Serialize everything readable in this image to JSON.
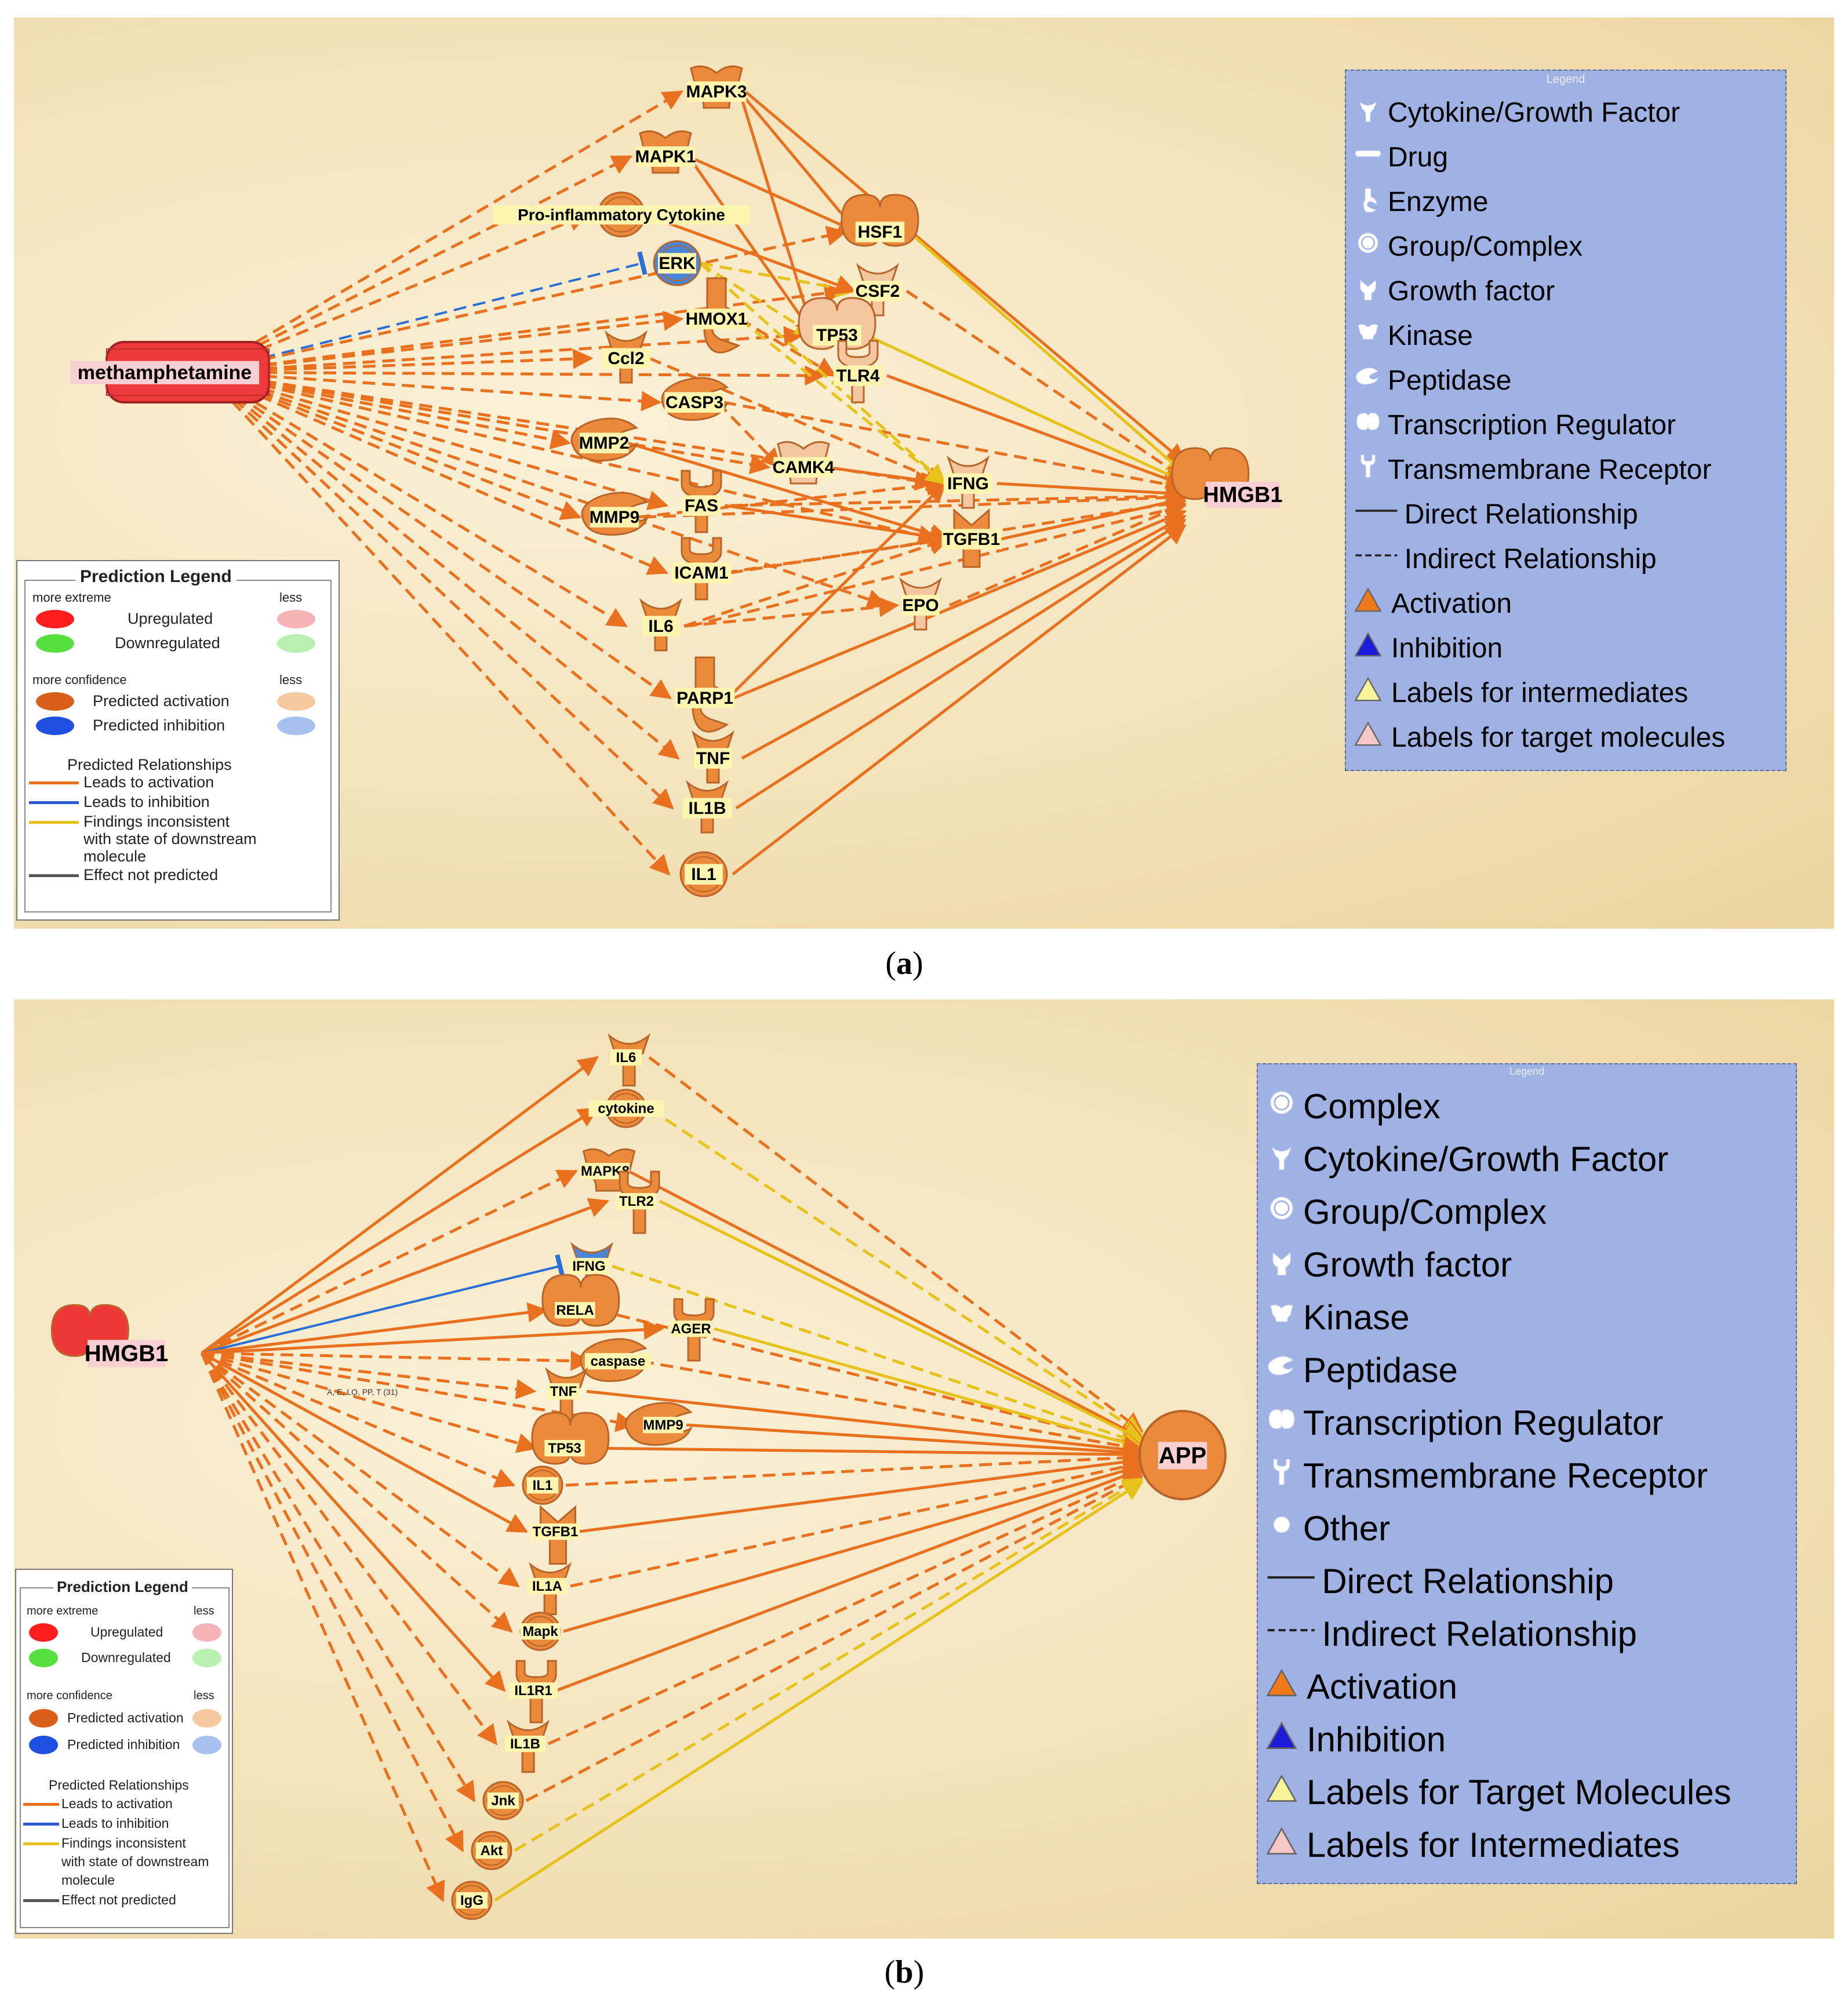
{
  "panel_a": {
    "caption_letter": "a",
    "source": "methamphetamine",
    "target": "HMGB1",
    "nodes": [
      {
        "id": "MAPK3",
        "shape": "kinase"
      },
      {
        "id": "MAPK1",
        "shape": "kinase"
      },
      {
        "id": "Pro-inflammatory Cytokine",
        "shape": "group"
      },
      {
        "id": "ERK",
        "shape": "group",
        "state": "inhibition"
      },
      {
        "id": "HMOX1",
        "shape": "enzyme"
      },
      {
        "id": "Ccl2",
        "shape": "cytokine"
      },
      {
        "id": "HSF1",
        "shape": "transcription"
      },
      {
        "id": "CSF2",
        "shape": "cytokine",
        "state": "light"
      },
      {
        "id": "TP53",
        "shape": "transcription",
        "state": "light"
      },
      {
        "id": "TLR4",
        "shape": "receptor",
        "state": "light"
      },
      {
        "id": "CASP3",
        "shape": "peptidase"
      },
      {
        "id": "MMP2",
        "shape": "peptidase"
      },
      {
        "id": "CAMK4",
        "shape": "kinase",
        "state": "light"
      },
      {
        "id": "MMP9",
        "shape": "peptidase"
      },
      {
        "id": "FAS",
        "shape": "receptor"
      },
      {
        "id": "IFNG",
        "shape": "cytokine",
        "state": "light"
      },
      {
        "id": "TGFB1",
        "shape": "growth"
      },
      {
        "id": "ICAM1",
        "shape": "receptor"
      },
      {
        "id": "IL6",
        "shape": "cytokine"
      },
      {
        "id": "EPO",
        "shape": "cytokine",
        "state": "light"
      },
      {
        "id": "PARP1",
        "shape": "enzyme"
      },
      {
        "id": "TNF",
        "shape": "cytokine"
      },
      {
        "id": "IL1B",
        "shape": "cytokine"
      },
      {
        "id": "IL1",
        "shape": "group"
      }
    ],
    "legend_title": "Legend",
    "legend_items": [
      {
        "icon": "cytokine",
        "label": "Cytokine/Growth Factor"
      },
      {
        "icon": "drug",
        "label": "Drug"
      },
      {
        "icon": "enzyme",
        "label": "Enzyme"
      },
      {
        "icon": "group",
        "label": "Group/Complex"
      },
      {
        "icon": "growth",
        "label": "Growth factor"
      },
      {
        "icon": "kinase",
        "label": "Kinase"
      },
      {
        "icon": "peptidase",
        "label": "Peptidase"
      },
      {
        "icon": "transcription",
        "label": "Transcription Regulator"
      },
      {
        "icon": "receptor",
        "label": "Transmembrane Receptor"
      },
      {
        "icon": "solid-line",
        "label": "Direct Relationship"
      },
      {
        "icon": "dashed-line",
        "label": "Indirect Relationship"
      },
      {
        "icon": "triangle",
        "color": "#f07a1a",
        "label": "Activation"
      },
      {
        "icon": "triangle",
        "color": "#1a1ad8",
        "label": "Inhibition"
      },
      {
        "icon": "triangle",
        "color": "#f6f39a",
        "label": "Labels for intermediates"
      },
      {
        "icon": "triangle",
        "color": "#f7c6c6",
        "label": "Labels for target molecules"
      }
    ]
  },
  "panel_b": {
    "caption_letter": "b",
    "source": "HMGB1",
    "target": "APP",
    "edge_annotation": "A, E, LO, PP, T (31)",
    "nodes": [
      {
        "id": "IL6",
        "shape": "cytokine"
      },
      {
        "id": "cytokine",
        "shape": "group"
      },
      {
        "id": "MAPK8",
        "shape": "kinase"
      },
      {
        "id": "TLR2",
        "shape": "receptor"
      },
      {
        "id": "IFNG",
        "shape": "cytokine",
        "state": "inhibition"
      },
      {
        "id": "RELA",
        "shape": "transcription"
      },
      {
        "id": "AGER",
        "shape": "receptor"
      },
      {
        "id": "caspase",
        "shape": "peptidase"
      },
      {
        "id": "TNF",
        "shape": "cytokine"
      },
      {
        "id": "MMP9",
        "shape": "peptidase"
      },
      {
        "id": "TP53",
        "shape": "transcription"
      },
      {
        "id": "IL1",
        "shape": "group"
      },
      {
        "id": "TGFB1",
        "shape": "growth"
      },
      {
        "id": "IL1A",
        "shape": "cytokine"
      },
      {
        "id": "Mapk",
        "shape": "group"
      },
      {
        "id": "IL1R1",
        "shape": "receptor"
      },
      {
        "id": "IL1B",
        "shape": "cytokine"
      },
      {
        "id": "Jnk",
        "shape": "group"
      },
      {
        "id": "Akt",
        "shape": "group"
      },
      {
        "id": "IgG",
        "shape": "group"
      }
    ],
    "legend_title": "Legend",
    "legend_items": [
      {
        "icon": "group",
        "label": "Complex"
      },
      {
        "icon": "cytokine",
        "label": "Cytokine/Growth Factor"
      },
      {
        "icon": "group",
        "label": "Group/Complex"
      },
      {
        "icon": "growth",
        "label": "Growth factor"
      },
      {
        "icon": "kinase",
        "label": "Kinase"
      },
      {
        "icon": "peptidase",
        "label": "Peptidase"
      },
      {
        "icon": "transcription",
        "label": "Transcription Regulator"
      },
      {
        "icon": "receptor",
        "label": "Transmembrane Receptor"
      },
      {
        "icon": "other",
        "label": "Other"
      },
      {
        "icon": "solid-line",
        "label": "Direct Relationship"
      },
      {
        "icon": "dashed-line",
        "label": "Indirect Relationship"
      },
      {
        "icon": "triangle",
        "color": "#f07a1a",
        "label": "Activation"
      },
      {
        "icon": "triangle",
        "color": "#1a1ad8",
        "label": "Inhibition"
      },
      {
        "icon": "triangle",
        "color": "#f6f39a",
        "label": "Labels for Target Molecules"
      },
      {
        "icon": "triangle",
        "color": "#f7c6c6",
        "label": "Labels for Intermediates"
      }
    ]
  },
  "prediction_legend": {
    "title": "Prediction Legend",
    "more_extreme": "more extreme",
    "less": "less",
    "upregulated": "Upregulated",
    "downregulated": "Downregulated",
    "more_confidence": "more confidence",
    "predicted_activation": "Predicted activation",
    "predicted_inhibition": "Predicted inhibition",
    "predicted_relationships": "Predicted Relationships",
    "leads_activation": "Leads to activation",
    "leads_inhibition": "Leads to inhibition",
    "findings_1": "Findings inconsistent",
    "findings_2": "with state of downstream",
    "findings_3": "molecule",
    "effect_not_predicted": "Effect not predicted"
  },
  "colors": {
    "activation": "#e8701f",
    "inhibition": "#2a6fd6",
    "inconsistent": "#e6c21a",
    "not_predicted": "#555555",
    "node_orange": "#ec8a3c",
    "node_light": "#f5c7a0",
    "node_blue": "#4a86d8",
    "upregulated": "#ff2a2a",
    "downregulated": "#55e040",
    "legend_bg": "#9fb2e3"
  }
}
